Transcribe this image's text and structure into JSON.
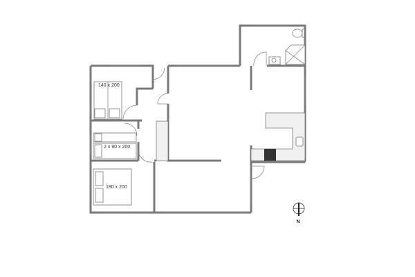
{
  "rooms": {
    "bedroom_1": {
      "bed_label": "140 x 200"
    },
    "bedroom_2": {
      "bed_label": "2 x 90 x 200"
    },
    "bedroom_3": {
      "bed_label": "180 x 200"
    }
  },
  "compass": {
    "label": "N"
  },
  "colors": {
    "wall": "#7a7a7a",
    "counter": "#f0f0f0",
    "stove": "#333333"
  }
}
